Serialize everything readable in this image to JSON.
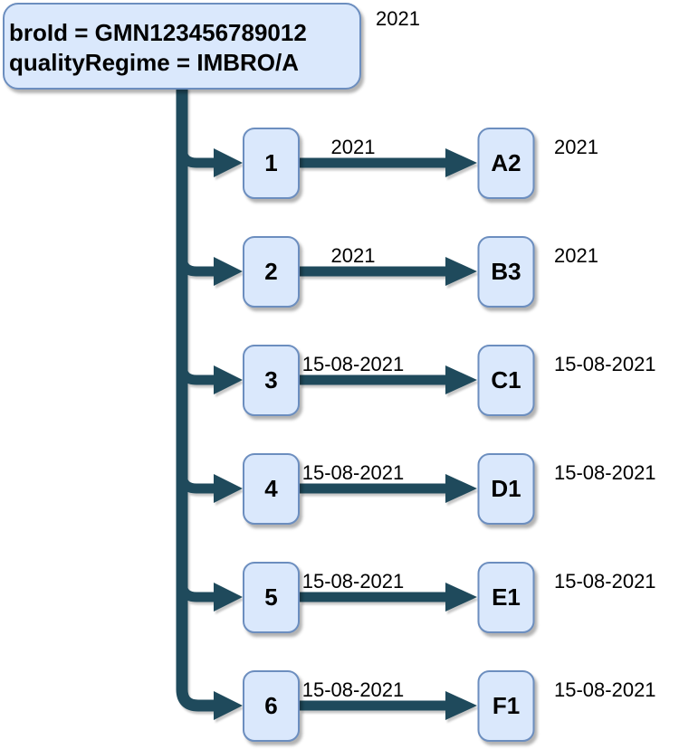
{
  "root": {
    "line1": "broId = GMN123456789012",
    "line2": "qualityRegime = IMBRO/A",
    "side_label": "2021"
  },
  "rows": [
    {
      "source": "1",
      "edge_label": "2021",
      "target": "A2",
      "target_label": "2021"
    },
    {
      "source": "2",
      "edge_label": "2021",
      "target": "B3",
      "target_label": "2021"
    },
    {
      "source": "3",
      "edge_label": "15-08-2021",
      "target": "C1",
      "target_label": "15-08-2021"
    },
    {
      "source": "4",
      "edge_label": "15-08-2021",
      "target": "D1",
      "target_label": "15-08-2021"
    },
    {
      "source": "5",
      "edge_label": "15-08-2021",
      "target": "E1",
      "target_label": "15-08-2021"
    },
    {
      "source": "6",
      "edge_label": "15-08-2021",
      "target": "F1",
      "target_label": "15-08-2021"
    }
  ],
  "colors": {
    "node_fill": "#DAE8FC",
    "node_border": "#6C8EBF",
    "edge": "#1F4A5C",
    "text": "#000000",
    "background": "#FFFFFF"
  }
}
